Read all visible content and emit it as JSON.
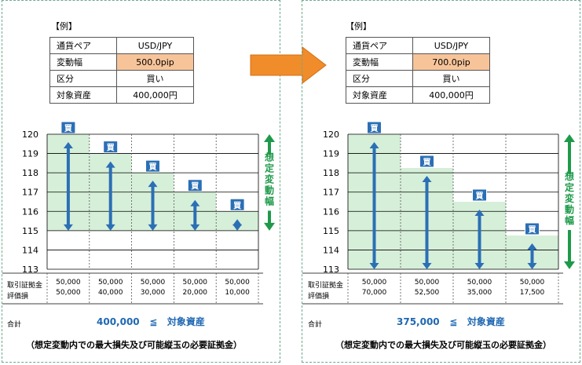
{
  "common": {
    "example_label": "【例】",
    "rows": [
      {
        "key": "通貨ペア",
        "value": "USD/JPY"
      },
      {
        "key": "変動幅",
        "value": ""
      },
      {
        "key": "区分",
        "value": "買い"
      },
      {
        "key": "対象資産",
        "value": "400,000円"
      }
    ],
    "buy_label": "買",
    "range_label": "想定変動幅",
    "row_label_1": "取引証拠金",
    "row_label_2": "評価損",
    "total_label": "合計",
    "leq": "≦",
    "asset_label": "対象資産",
    "note": "（想定変動内での最大損失及び可能縦玉の必要証拠金）",
    "y_ticks": [
      120,
      119,
      118,
      117,
      116,
      115,
      114,
      113
    ],
    "colors": {
      "arrow_blue": "#2b6fb5",
      "green": "#1e9a4a",
      "fill": "#d6efd9",
      "highlight": "#f7c49a",
      "orange": "#f08c2a"
    }
  },
  "left": {
    "range_value": "500.0pip",
    "total_value": "400,000",
    "columns": [
      {
        "margin": "50,000",
        "loss": "50,000"
      },
      {
        "margin": "50,000",
        "loss": "40,000"
      },
      {
        "margin": "50,000",
        "loss": "30,000"
      },
      {
        "margin": "50,000",
        "loss": "20,000"
      },
      {
        "margin": "50,000",
        "loss": "10,000"
      }
    ],
    "buy_prices": [
      120,
      119,
      118,
      117,
      116
    ],
    "floor": 115
  },
  "right": {
    "range_value": "700.0pip",
    "total_value": "375,000",
    "columns": [
      {
        "margin": "50,000",
        "loss": "70,000"
      },
      {
        "margin": "50,000",
        "loss": "52,500"
      },
      {
        "margin": "50,000",
        "loss": "35,000"
      },
      {
        "margin": "50,000",
        "loss": "17,500"
      }
    ],
    "buy_prices": [
      120,
      118.25,
      116.5,
      114.75
    ],
    "floor": 113
  }
}
